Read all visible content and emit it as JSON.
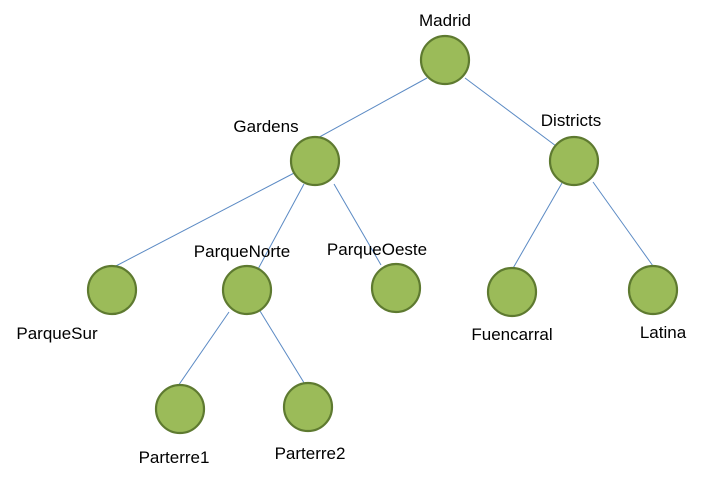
{
  "diagram": {
    "type": "tree",
    "colors": {
      "node_fill": "#9bbb59",
      "node_stroke": "#5e7a30",
      "edge": "#5b8ac4",
      "text": "#000000",
      "background": "#ffffff"
    },
    "nodes": [
      {
        "id": "madrid",
        "label": "Madrid"
      },
      {
        "id": "gardens",
        "label": "Gardens"
      },
      {
        "id": "districts",
        "label": "Districts"
      },
      {
        "id": "parquesur",
        "label": "ParqueSur"
      },
      {
        "id": "parquenorte",
        "label": "ParqueNorte"
      },
      {
        "id": "parqueoeste",
        "label": "ParqueOeste"
      },
      {
        "id": "fuencarral",
        "label": "Fuencarral"
      },
      {
        "id": "latina",
        "label": "Latina"
      },
      {
        "id": "parterre1",
        "label": "Parterre1"
      },
      {
        "id": "parterre2",
        "label": "Parterre2"
      }
    ],
    "edges": [
      {
        "from": "madrid",
        "to": "gardens"
      },
      {
        "from": "madrid",
        "to": "districts"
      },
      {
        "from": "gardens",
        "to": "parquesur"
      },
      {
        "from": "gardens",
        "to": "parquenorte"
      },
      {
        "from": "gardens",
        "to": "parqueoeste"
      },
      {
        "from": "districts",
        "to": "fuencarral"
      },
      {
        "from": "districts",
        "to": "latina"
      },
      {
        "from": "parquenorte",
        "to": "parterre1"
      },
      {
        "from": "parquenorte",
        "to": "parterre2"
      }
    ]
  }
}
